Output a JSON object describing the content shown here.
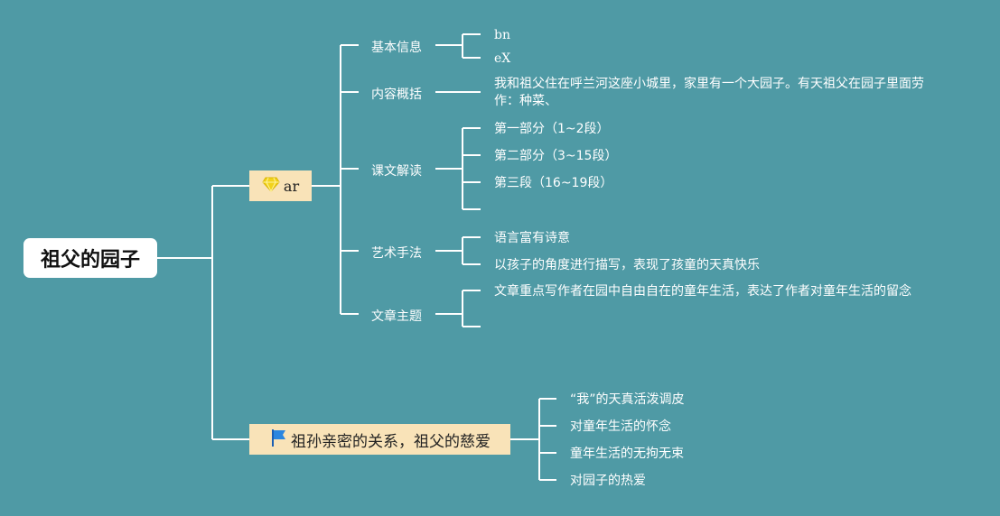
{
  "root": {
    "title": "祖父的园子"
  },
  "branch_a": {
    "label": "ar",
    "icon": "gem-icon",
    "children": {
      "basic": {
        "label": "基本信息",
        "leaves": [
          "bn",
          "eX"
        ]
      },
      "summary": {
        "label": "内容概括",
        "text": "我和祖父住在呼兰河这座小城里，家里有一个大园子。有天祖父在园子里面劳作：种菜、"
      },
      "reading": {
        "label": "课文解读",
        "leaves": [
          "第一部分（1~2段）",
          "第二部分（3~15段）",
          "第三段（16~19段）",
          ""
        ]
      },
      "art": {
        "label": "艺术手法",
        "leaves": [
          "语言富有诗意",
          "以孩子的角度进行描写，表现了孩童的天真快乐"
        ]
      },
      "theme": {
        "label": "文章主题",
        "leaves": [
          "文章重点写作者在园中自由自在的童年生活，表达了作者对童年生活的留念",
          ""
        ]
      }
    }
  },
  "branch_b": {
    "label": "祖孙亲密的关系，祖父的慈爱",
    "icon": "flag-icon",
    "leaves": [
      "“我”的天真活泼调皮",
      "对童年生活的怀念",
      "童年生活的无拘无束",
      "对园子的热爱"
    ]
  },
  "colors": {
    "background": "#4f9aa5",
    "line": "#ffffff",
    "branch_fill": "#f9e3b8"
  }
}
